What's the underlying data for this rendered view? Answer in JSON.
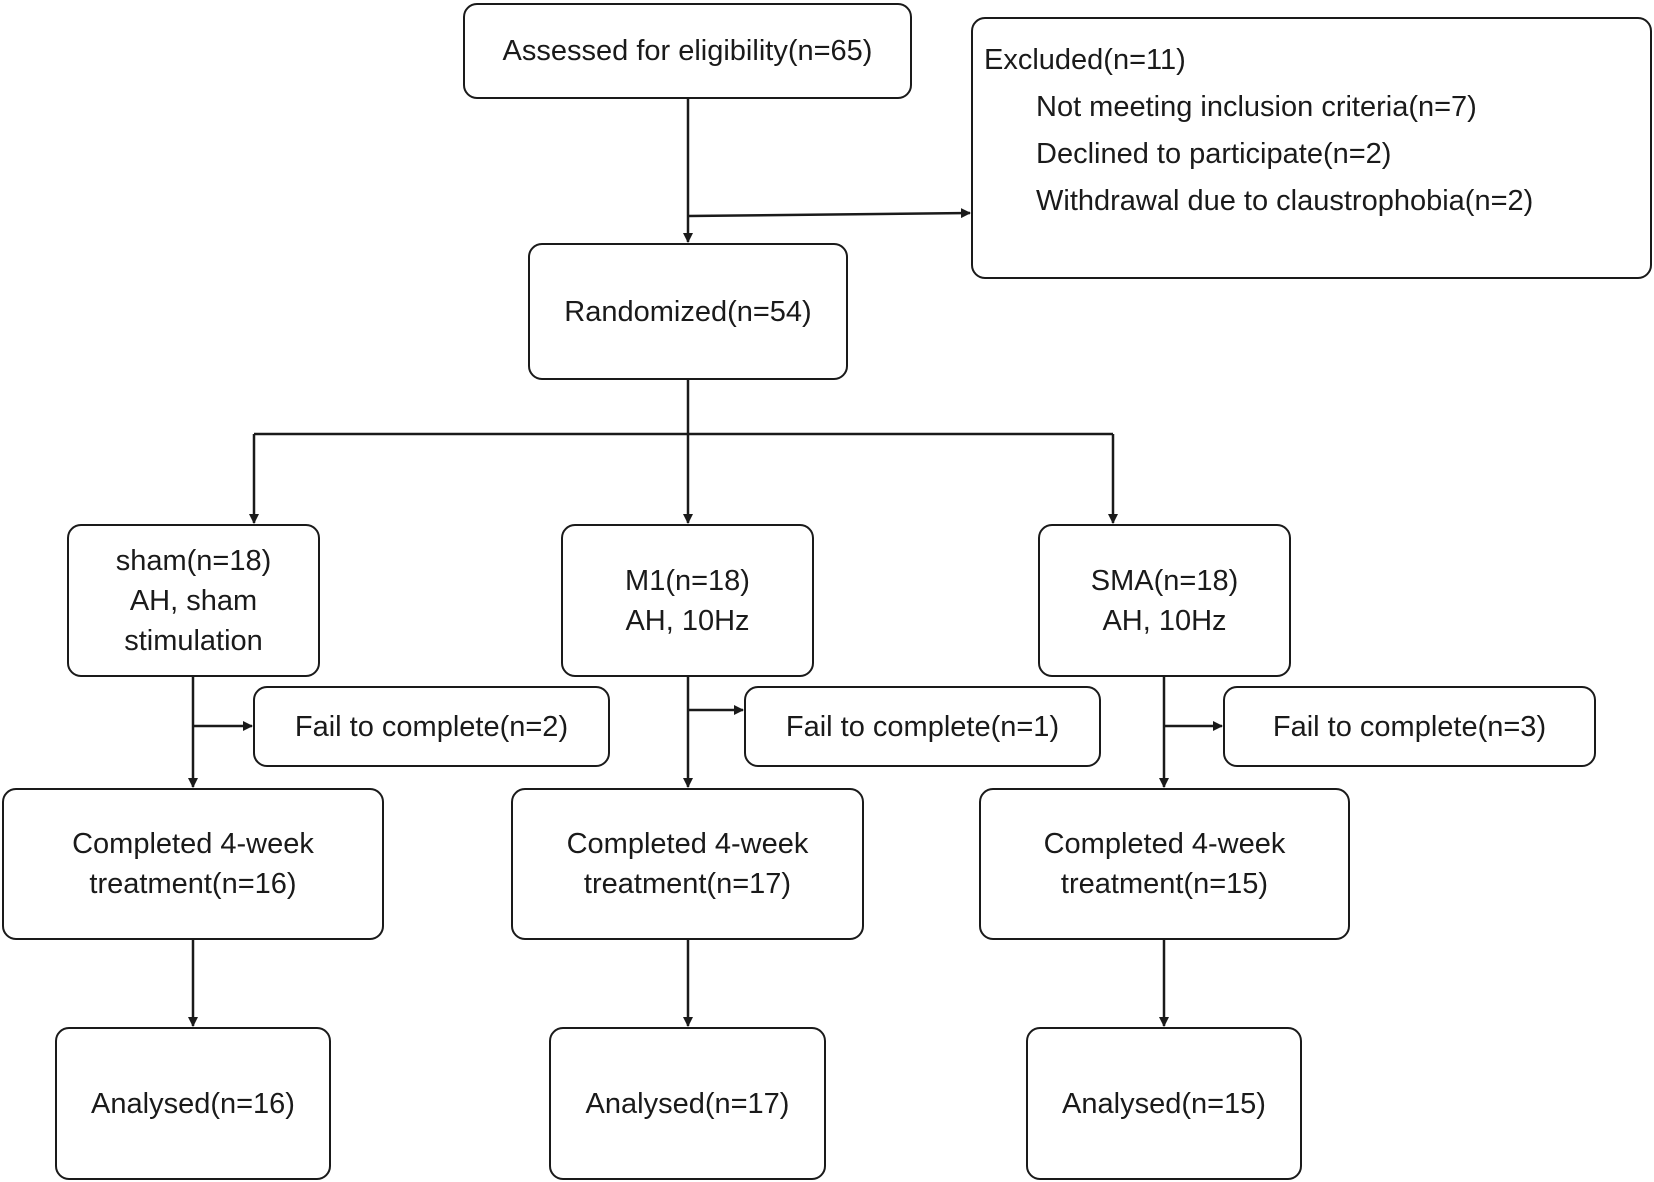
{
  "colors": {
    "stroke": "#1a1a1a",
    "background": "#ffffff"
  },
  "assessed": {
    "label": "Assessed for eligibility(n=65)"
  },
  "excluded": {
    "title": "Excluded(n=11)",
    "reasons": [
      "Not meeting inclusion criteria(n=7)",
      "Declined to participate(n=2)",
      "Withdrawal due to claustrophobia(n=2)"
    ]
  },
  "randomized": {
    "label": "Randomized(n=54)"
  },
  "arms": [
    {
      "group": [
        "sham(n=18)",
        "AH, sham",
        "stimulation"
      ],
      "fail": "Fail to complete(n=2)",
      "completed": [
        "Completed 4-week",
        "treatment(n=16)"
      ],
      "analysed": "Analysed(n=16)"
    },
    {
      "group": [
        "M1(n=18)",
        "AH, 10Hz"
      ],
      "fail": "Fail to complete(n=1)",
      "completed": [
        "Completed 4-week",
        "treatment(n=17)"
      ],
      "analysed": "Analysed(n=17)"
    },
    {
      "group": [
        "SMA(n=18)",
        "AH, 10Hz"
      ],
      "fail": "Fail to complete(n=3)",
      "completed": [
        "Completed 4-week",
        "treatment(n=15)"
      ],
      "analysed": "Analysed(n=15)"
    }
  ]
}
